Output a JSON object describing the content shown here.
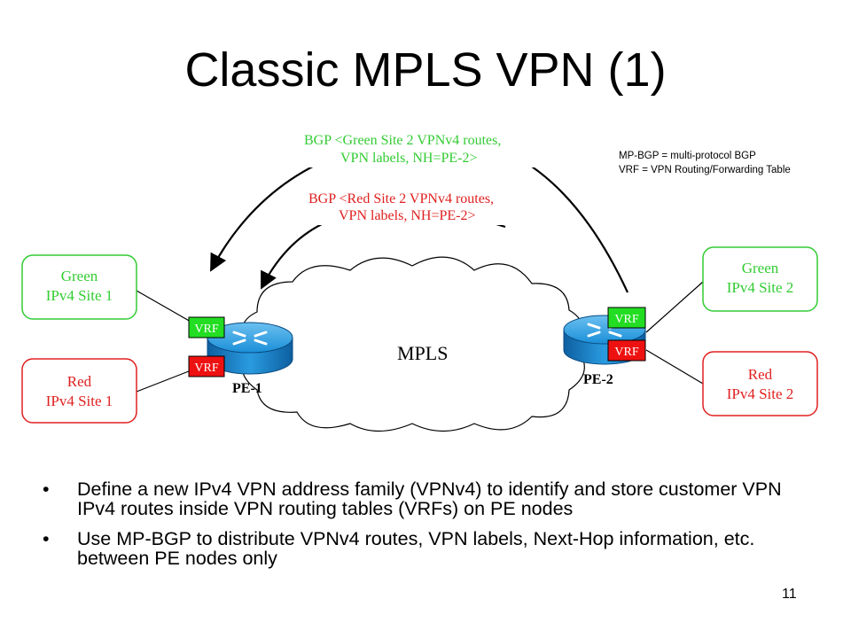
{
  "slide": {
    "title": "Classic MPLS VPN (1)",
    "page_number": "11"
  },
  "legend": {
    "line1": "MP-BGP = multi-protocol BGP",
    "line2": "VRF = VPN Routing/Forwarding Table"
  },
  "diagram": {
    "bgp_green": {
      "line1": "BGP <Green Site 2 VPNv4 routes,",
      "line2": "VPN labels, NH=PE-2>",
      "color": "#33cc33"
    },
    "bgp_red": {
      "line1": "BGP <Red Site 2 VPNv4 routes,",
      "line2": "VPN labels, NH=PE-2>",
      "color": "#e02020"
    },
    "cloud_label": "MPLS",
    "routers": {
      "left": "PE-1",
      "right": "PE-2"
    },
    "vrf_label": "VRF",
    "sites": {
      "green_left": {
        "line1": "Green",
        "line2": "IPv4 Site 1"
      },
      "red_left": {
        "line1": "Red",
        "line2": "IPv4 Site 1"
      },
      "green_right": {
        "line1": "Green",
        "line2": "IPv4 Site 2"
      },
      "red_right": {
        "line1": "Red",
        "line2": "IPv4 Site 2"
      }
    },
    "colors": {
      "green": "#33cc33",
      "red": "#e02020",
      "vrf_green_fill": "#22dd22",
      "vrf_red_fill": "#ee1111",
      "router_blue": "#1a8fd8"
    }
  },
  "bullets": [
    {
      "marker": "•",
      "text": "Define a new IPv4 VPN address family (VPNv4) to identify and store customer VPN IPv4 routes inside VPN routing tables (VRFs) on PE nodes"
    },
    {
      "marker": "•",
      "text": "Use MP-BGP to distribute VPNv4 routes, VPN labels, Next-Hop information, etc. between PE nodes only"
    }
  ]
}
